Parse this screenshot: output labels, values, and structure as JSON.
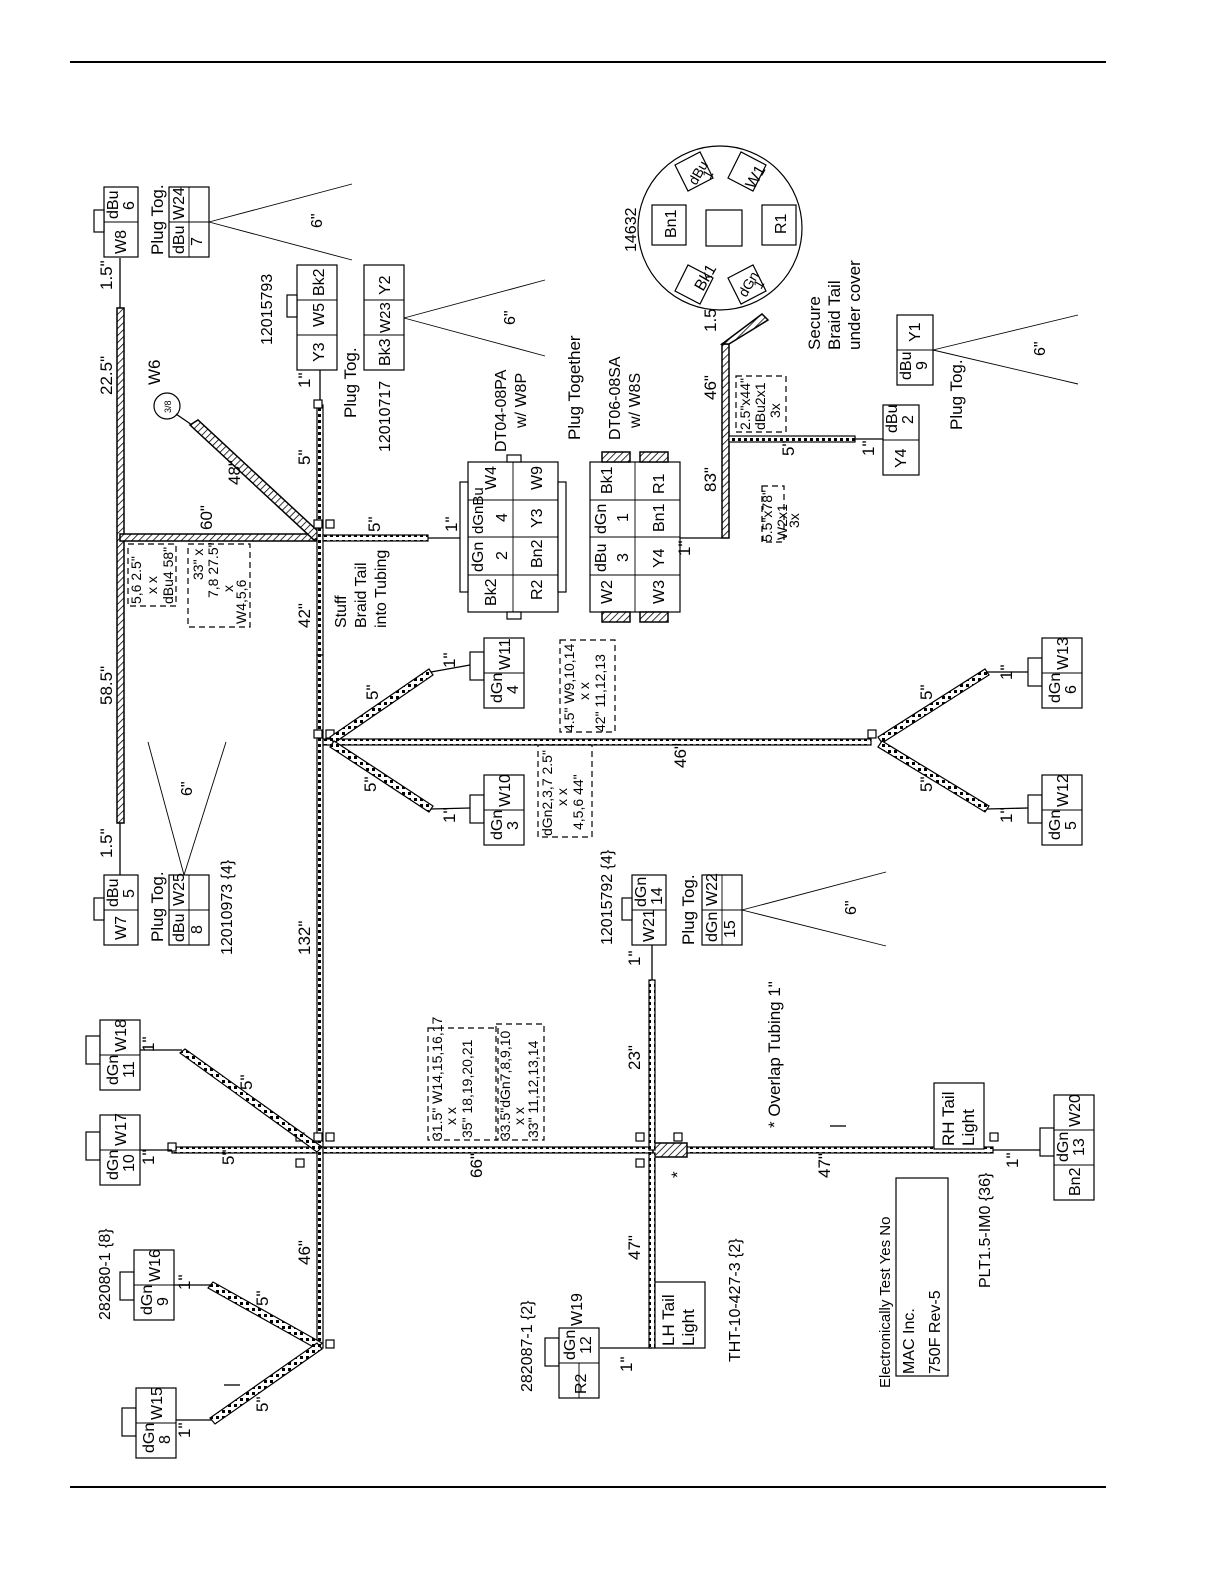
{
  "connectors": {
    "top_a": {
      "pins": [
        "W8",
        "dBu\n6",
        "dBu\n7",
        "W24"
      ],
      "note": "Plug Tog.",
      "len_in": "1.5\"",
      "fan": "6\""
    },
    "c12015793": {
      "part": "12015793",
      "pins": [
        "Y3",
        "W5",
        "Bk2",
        "Bk3",
        "W23",
        "Y2"
      ],
      "note": "Plug Tog.",
      "part2": "12010717",
      "fan": "6\""
    },
    "dt04": {
      "part": "DT04-08PA",
      "with": "w/ W8P",
      "together": "Plug Together",
      "part2": "DT06-08SA",
      "with2": "w/ W8S",
      "pins_a": [
        "Bk2",
        "dGn\n2",
        "dGnBu\n4",
        "W4",
        "R2",
        "Bn2",
        "Y3",
        "W9"
      ],
      "pins_b": [
        "W2",
        "dBu\n3",
        "dGn\n1",
        "Bk1",
        "W3",
        "Y4",
        "Bn1",
        "R1"
      ]
    },
    "round14632": {
      "part": "14632",
      "pins": [
        "dBu\n1",
        "W1",
        "Bn1",
        "R1",
        "Bk1",
        "dGn\n1"
      ],
      "note1": "Secure",
      "note2": "Braid Tail",
      "note3": "under cover"
    },
    "y1": {
      "pins": [
        "dBu\n9",
        "Y1"
      ],
      "note": "Plug Tog.",
      "fan": "6\""
    },
    "y4": {
      "pins": [
        "Y4",
        "dBu\n2"
      ]
    },
    "w11": {
      "pins": [
        "dGn\n4",
        "W11"
      ]
    },
    "w10": {
      "pins": [
        "dGn\n3",
        "W10"
      ]
    },
    "w13": {
      "pins": [
        "dGn\n6",
        "W13"
      ]
    },
    "w12": {
      "pins": [
        "dGn\n5",
        "W12"
      ]
    },
    "w7": {
      "pins": [
        "W7",
        "dBu\n5",
        "dBu\n8",
        "W25"
      ],
      "note": "Plug Tog.",
      "part": "12010973 {4}",
      "fan": "6\""
    },
    "w21": {
      "part": "12015792 {4}",
      "pins": [
        "W21",
        "dGn\n14",
        "dGn\n15",
        "W22"
      ],
      "note": "Plug Tog.",
      "fan": "6\""
    },
    "w18": {
      "pins": [
        "dGn\n11",
        "W18"
      ]
    },
    "w17": {
      "pins": [
        "dGn\n10",
        "W17"
      ]
    },
    "w16": {
      "part": "282080-1 {8}",
      "pins": [
        "dGn\n9",
        "W16"
      ]
    },
    "w15": {
      "pins": [
        "dGn\n8",
        "W15"
      ]
    },
    "w19": {
      "part": "282087-1 {2}",
      "pins": [
        "R2",
        "dGn\n12",
        "W19"
      ]
    },
    "w20": {
      "pins": [
        "Bn2",
        "dGn\n13",
        "W20"
      ],
      "part": "PLT1.5-IM0 {36}"
    }
  },
  "lengths": {
    "l_22_5": "22.5\"",
    "l_58_5": "58.5\"",
    "l_1_5b": "1.5\"",
    "l_60": "60\"",
    "l_48": "48\"",
    "l_5a": "5\"",
    "l_5b": "5\"",
    "l_1a": "1\"",
    "l_1b": "1\"",
    "l_42": "42\"",
    "l_132": "132\"",
    "l_46a": "46\"",
    "l_66": "66\"",
    "l_23": "23\"",
    "l_47a": "47\"",
    "l_47b": "47\"",
    "l_83": "83\"",
    "l_46b": "46\"",
    "l_1_5c": "1.5\"",
    "l_5c": "5\"",
    "l_1c": "1\"",
    "l_46c": "46\"",
    "l_5d": "5\"",
    "l_5e": "5\"",
    "l_5f": "5\"",
    "l_5g": "5\"",
    "l_1d": "1\"",
    "l_1e": "1\"",
    "l_1f": "1\"",
    "l_1g": "1\"",
    "l_5h": "5\"",
    "l_5i": "5\"",
    "l_5j": "5\"",
    "l_5k": "5\"",
    "l_1h": "1\"",
    "l_1i": "1\"",
    "l_1j": "1\"",
    "l_1k": "1\"",
    "l_1m": "1\"",
    "l_1n": "1\"",
    "l_1p": "1\""
  },
  "boxes": {
    "b1": [
      "5,6  2.5\"",
      "x   x",
      "dBu4  58\""
    ],
    "b2": [
      "33\"   x",
      "7,8   27.5\"",
      "x",
      "W4,5,6"
    ],
    "b3": [
      "4.5\" W9,10,14",
      "x    x",
      "42\"   11,12,13"
    ],
    "b4": [
      "dGn2,3,7  2.5\"",
      "x    x",
      "4,5,6  44\""
    ],
    "b5": [
      "31.5\" W14,15,16,17",
      "x   x",
      "35\" 18,19,20,21"
    ],
    "b6": [
      "33.5\"dGn7,8,9,10",
      "x   x",
      "33\"  11,12,13,14"
    ],
    "b7": [
      "2.5\"x44\"",
      "dBu2x1",
      "3x"
    ],
    "b8": [
      "5.5\"x78\"",
      "W2x1",
      "3x"
    ]
  },
  "notes": {
    "w6": "W6",
    "w6_size": "3/8",
    "stuff1": "Stuff",
    "stuff2": "Braid Tail",
    "stuff3": "into Tubing",
    "overlap": "* Overlap Tubing 1\"",
    "rh1": "RH Tail",
    "rh2": "Light",
    "lh1": "LH Tail",
    "lh2": "Light",
    "tht": "THT-10-427-3 {2}",
    "star": "*"
  },
  "title_block": {
    "line1": "Electronically Test  Yes  No",
    "line2": "MAC Inc.",
    "line3": "750F Rev-5"
  }
}
